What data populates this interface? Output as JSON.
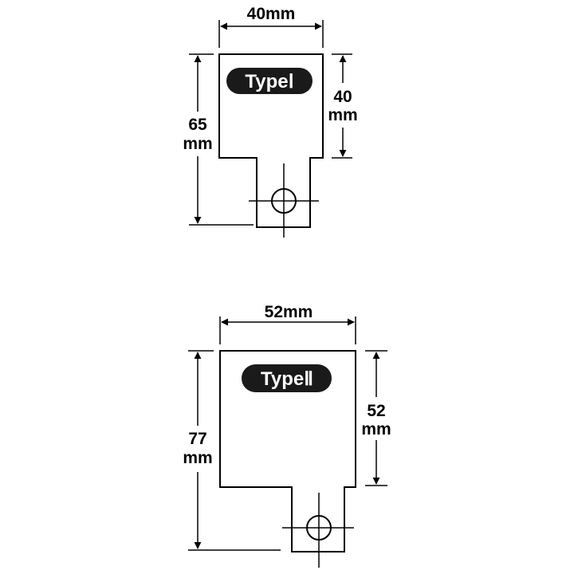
{
  "colors": {
    "line": "#000000",
    "badge_bg": "#1a1a1a",
    "badge_text": "#ffffff",
    "background": "#ffffff"
  },
  "type1": {
    "badge": "TypeⅠ",
    "width_label": "40mm",
    "height_value": "65",
    "height_unit": "mm",
    "body_value": "40",
    "body_unit": "mm"
  },
  "type2": {
    "badge": "TypeⅡ",
    "width_label": "52mm",
    "height_value": "77",
    "height_unit": "mm",
    "body_value": "52",
    "body_unit": "mm"
  }
}
